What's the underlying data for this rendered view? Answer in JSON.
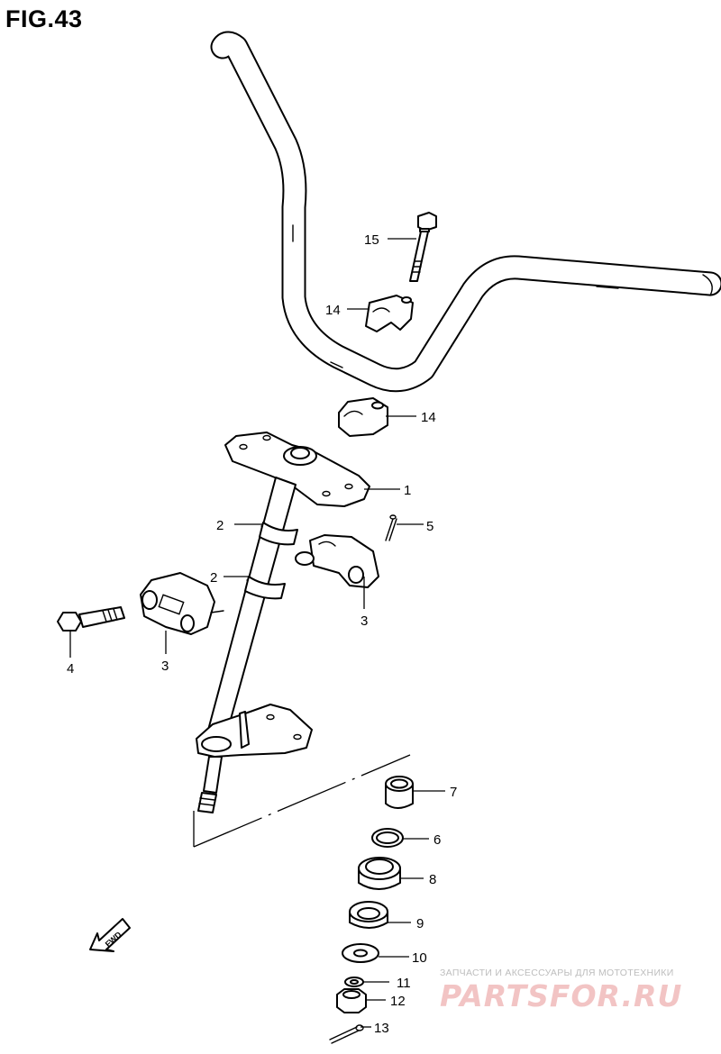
{
  "figure": {
    "title": "FIG.43"
  },
  "callouts": {
    "c1": "1",
    "c2a": "2",
    "c2b": "2",
    "c3a": "3",
    "c3b": "3",
    "c4": "4",
    "c5": "5",
    "c6": "6",
    "c7": "7",
    "c8": "8",
    "c9": "9",
    "c10": "10",
    "c11": "11",
    "c12": "12",
    "c13": "13",
    "c14a": "14",
    "c14b": "14",
    "c15": "15"
  },
  "fwd": {
    "label": "FWD"
  },
  "watermark": {
    "subtitle": "ЗАПЧАСТИ И АКСЕССУАРЫ ДЛЯ МОТОТЕХНИКИ",
    "logo": "PARTSFOR.RU"
  }
}
